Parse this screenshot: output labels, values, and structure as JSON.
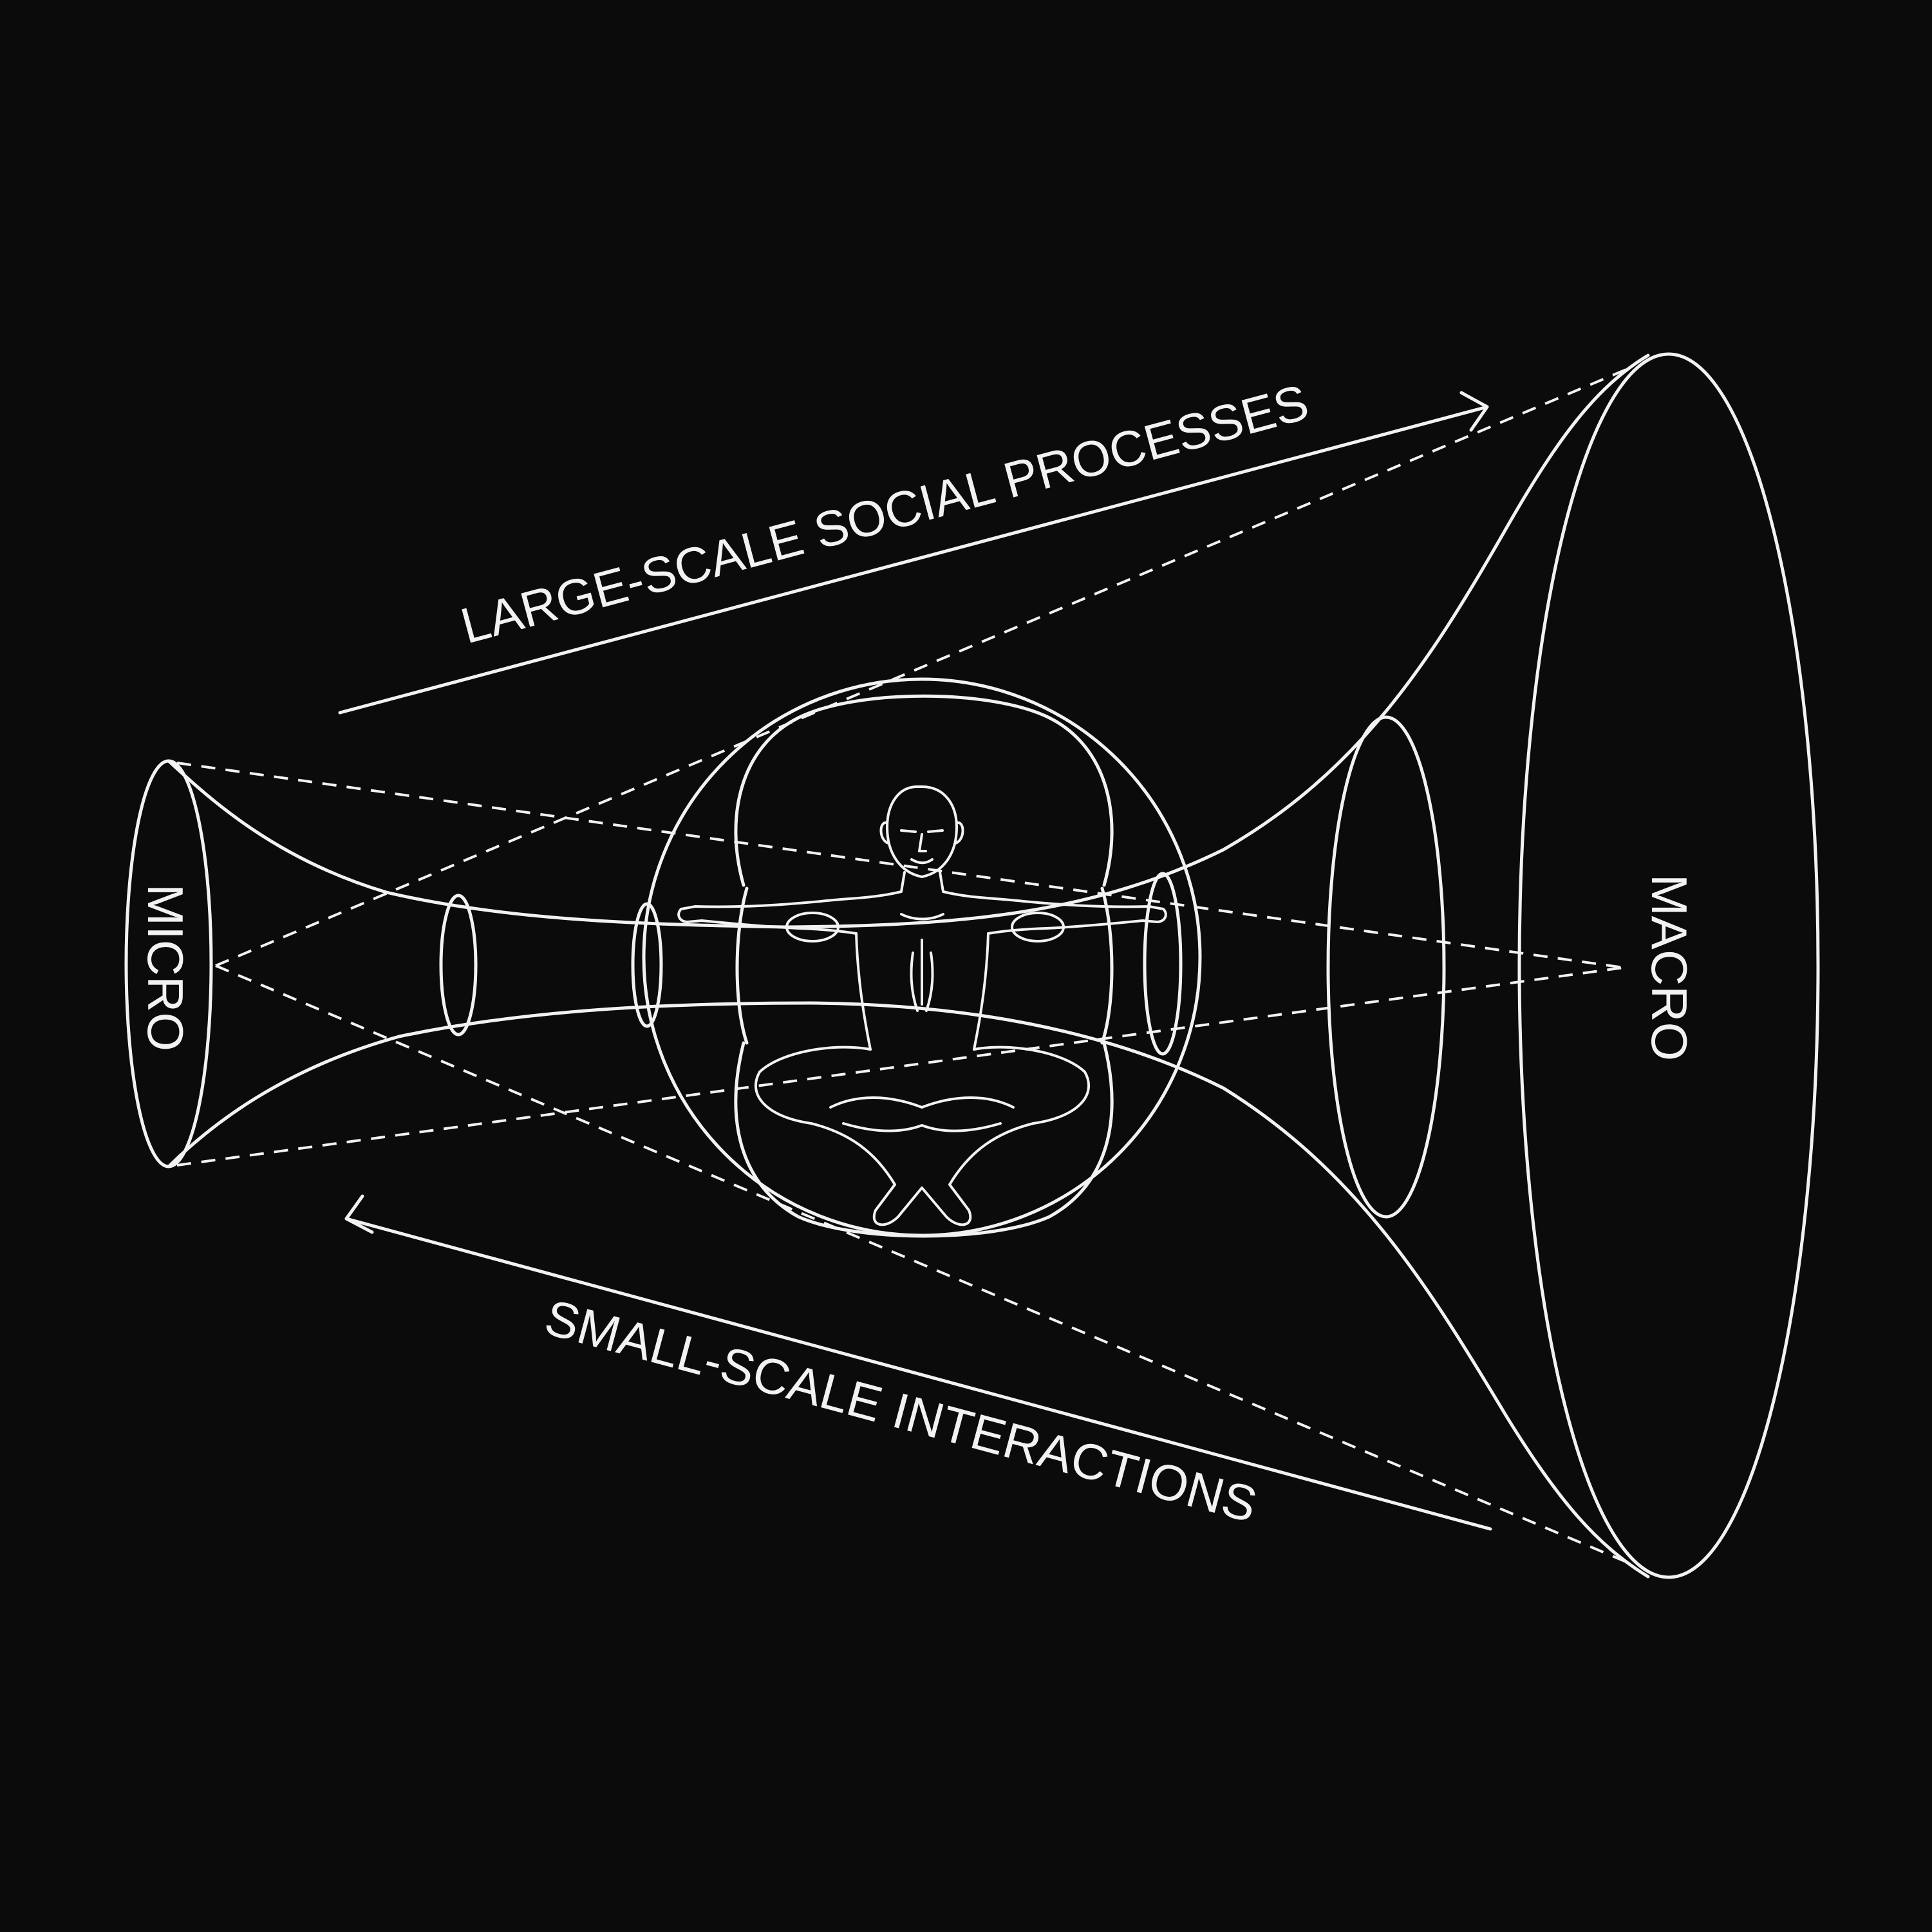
{
  "labels": {
    "top_arrow": "LARGE-SCALE SOCIAL PROCESSES",
    "bottom_arrow": "SMALL-SCALE INTERACTIONS",
    "left_end": "MICRO",
    "right_end": "MACRO"
  },
  "colors": {
    "background": "#0b0b0b",
    "line": "#f2f2f2"
  }
}
